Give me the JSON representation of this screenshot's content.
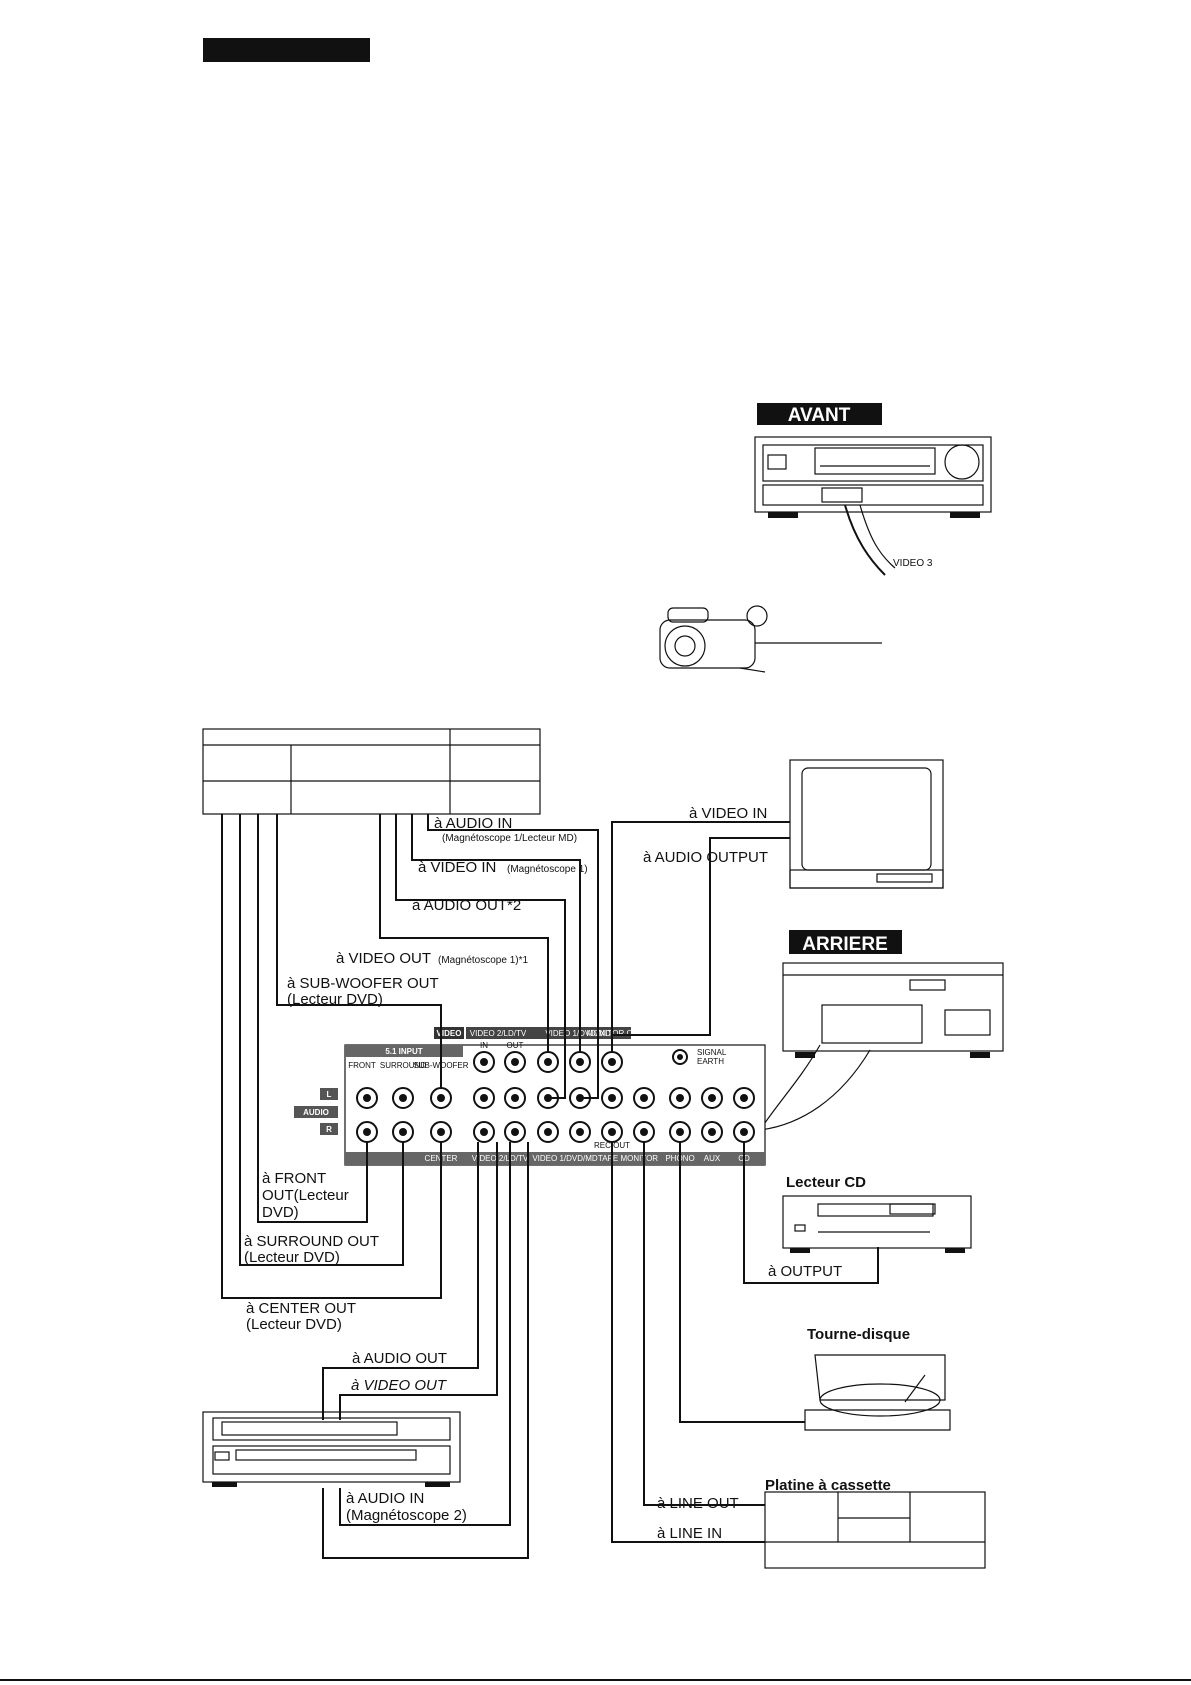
{
  "badges": {
    "avant": "AVANT",
    "arriere": "ARRIERE"
  },
  "devices": {
    "video3": "VIDEO 3",
    "lecteur_cd": "Lecteur CD",
    "tourne_disque": "Tourne-disque",
    "platine_cassette": "Platine à cassette"
  },
  "labels": {
    "audio_in_vcr1": "à AUDIO IN",
    "audio_in_vcr1_sub": "(Magnétoscope 1/Lecteur MD)",
    "video_in_vcr1": "à VIDEO IN",
    "video_in_vcr1_sub": "(Magnétoscope 1)",
    "audio_out_2": "à AUDIO OUT*2",
    "video_out_vcr1": "à VIDEO OUT",
    "video_out_vcr1_sub": "(Magnétoscope 1)*1",
    "subwoofer_out": "à SUB-WOOFER OUT",
    "subwoofer_out_sub": "(Lecteur DVD)",
    "front_out_1": "à FRONT",
    "front_out_2": "OUT(Lecteur",
    "front_out_3": "DVD)",
    "surround_out": "à SURROUND OUT",
    "surround_out_sub": "(Lecteur DVD)",
    "center_out": "à CENTER OUT",
    "center_out_sub": "(Lecteur DVD)",
    "audio_out_vcr2": "à AUDIO OUT",
    "video_out_vcr2": "à VIDEO OUT",
    "audio_in_vcr2": "à AUDIO IN",
    "audio_in_vcr2_sub": "(Magnétoscope 2)",
    "tv_video_in": "à VIDEO IN",
    "tv_audio_output": "à  AUDIO OUTPUT",
    "cd_output": "à OUTPUT",
    "line_out": "à LINE OUT",
    "line_in": "à LINE IN"
  },
  "panel": {
    "video_tag": "VIDEO",
    "input_51": "5.1 INPUT",
    "front": "FRONT",
    "surround": "SURROUND",
    "subwoofer": "SUB-WOOFER",
    "center": "CENTER",
    "in": "IN",
    "out": "OUT",
    "rec_out": "REC OUT",
    "video2": "VIDEO 2/LD/TV",
    "video1": "VIDEO 1/DVD/MD",
    "monitor_out": "MONITOR OUT",
    "tape_monitor": "TAPE MONITOR",
    "phono": "PHONO",
    "aux": "AUX",
    "cd": "CD",
    "signal_earth_1": "SIGNAL",
    "signal_earth_2": "EARTH",
    "l": "L",
    "audio": "AUDIO",
    "r": "R"
  }
}
